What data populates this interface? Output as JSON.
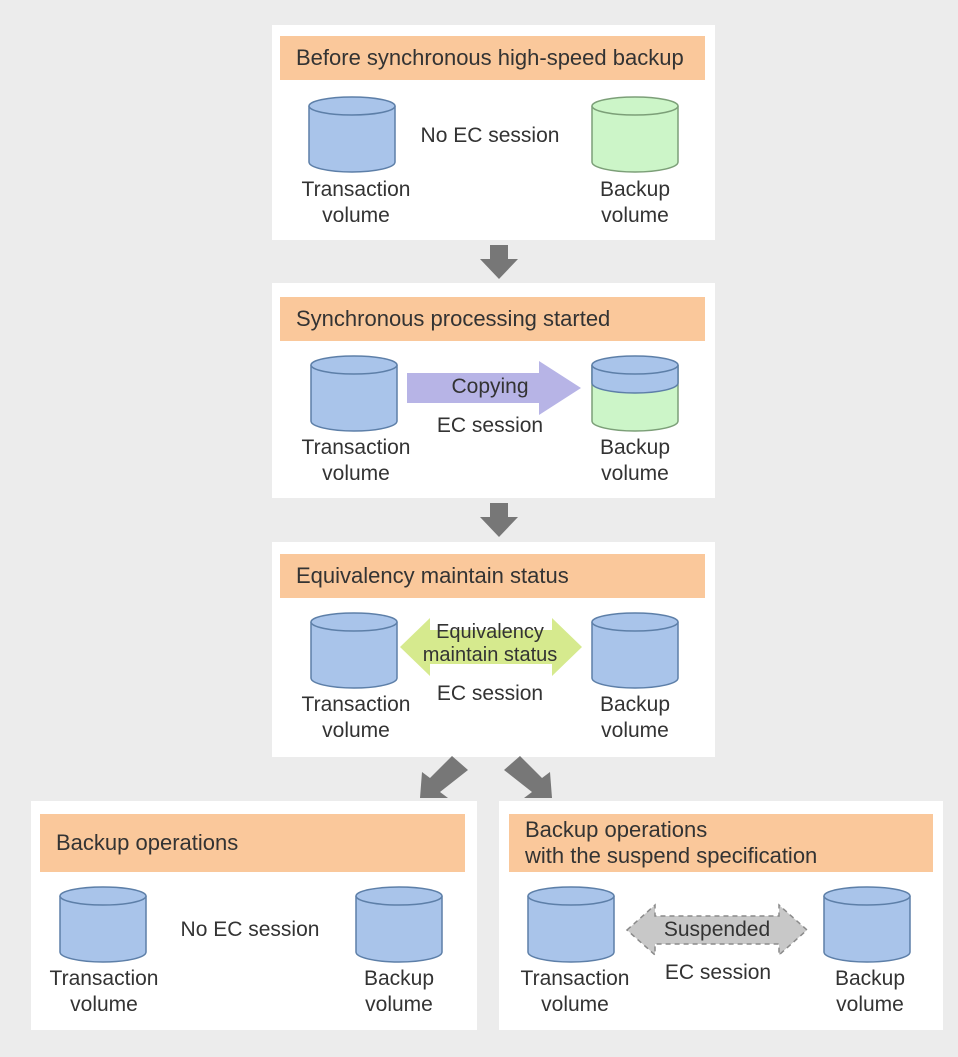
{
  "stages": [
    {
      "title": "Before synchronous high-speed backup",
      "middle_text": "No EC session",
      "left_volume": "Transaction\nvolume",
      "right_volume": "Backup\nvolume"
    },
    {
      "title": "Synchronous processing started",
      "arrow_text": "Copying",
      "middle_text": "EC session",
      "left_volume": "Transaction\nvolume",
      "right_volume": "Backup\nvolume"
    },
    {
      "title": "Equivalency maintain status",
      "arrow_text": "Equivalency\nmaintain status",
      "middle_text": "EC session",
      "left_volume": "Transaction\nvolume",
      "right_volume": "Backup\nvolume"
    },
    {
      "title": "Backup operations",
      "middle_text": "No EC session",
      "left_volume": "Transaction\nvolume",
      "right_volume": "Backup\nvolume"
    },
    {
      "title": "Backup operations\nwith the suspend specification",
      "arrow_text": "Suspended",
      "middle_text": "EC session",
      "left_volume": "Transaction\nvolume",
      "right_volume": "Backup\nvolume"
    }
  ],
  "colors": {
    "background": "#ececec",
    "panel": "#ffffff",
    "title_bar": "#fac89b",
    "transaction_cylinder": "#a9c4ea",
    "backup_empty_cylinder": "#ccf5c8",
    "copying_arrow": "#b7b4e6",
    "equivalency_arrow": "#d6ea8e",
    "suspended_arrow": "#c8c8c8",
    "flow_arrow": "#777777"
  }
}
